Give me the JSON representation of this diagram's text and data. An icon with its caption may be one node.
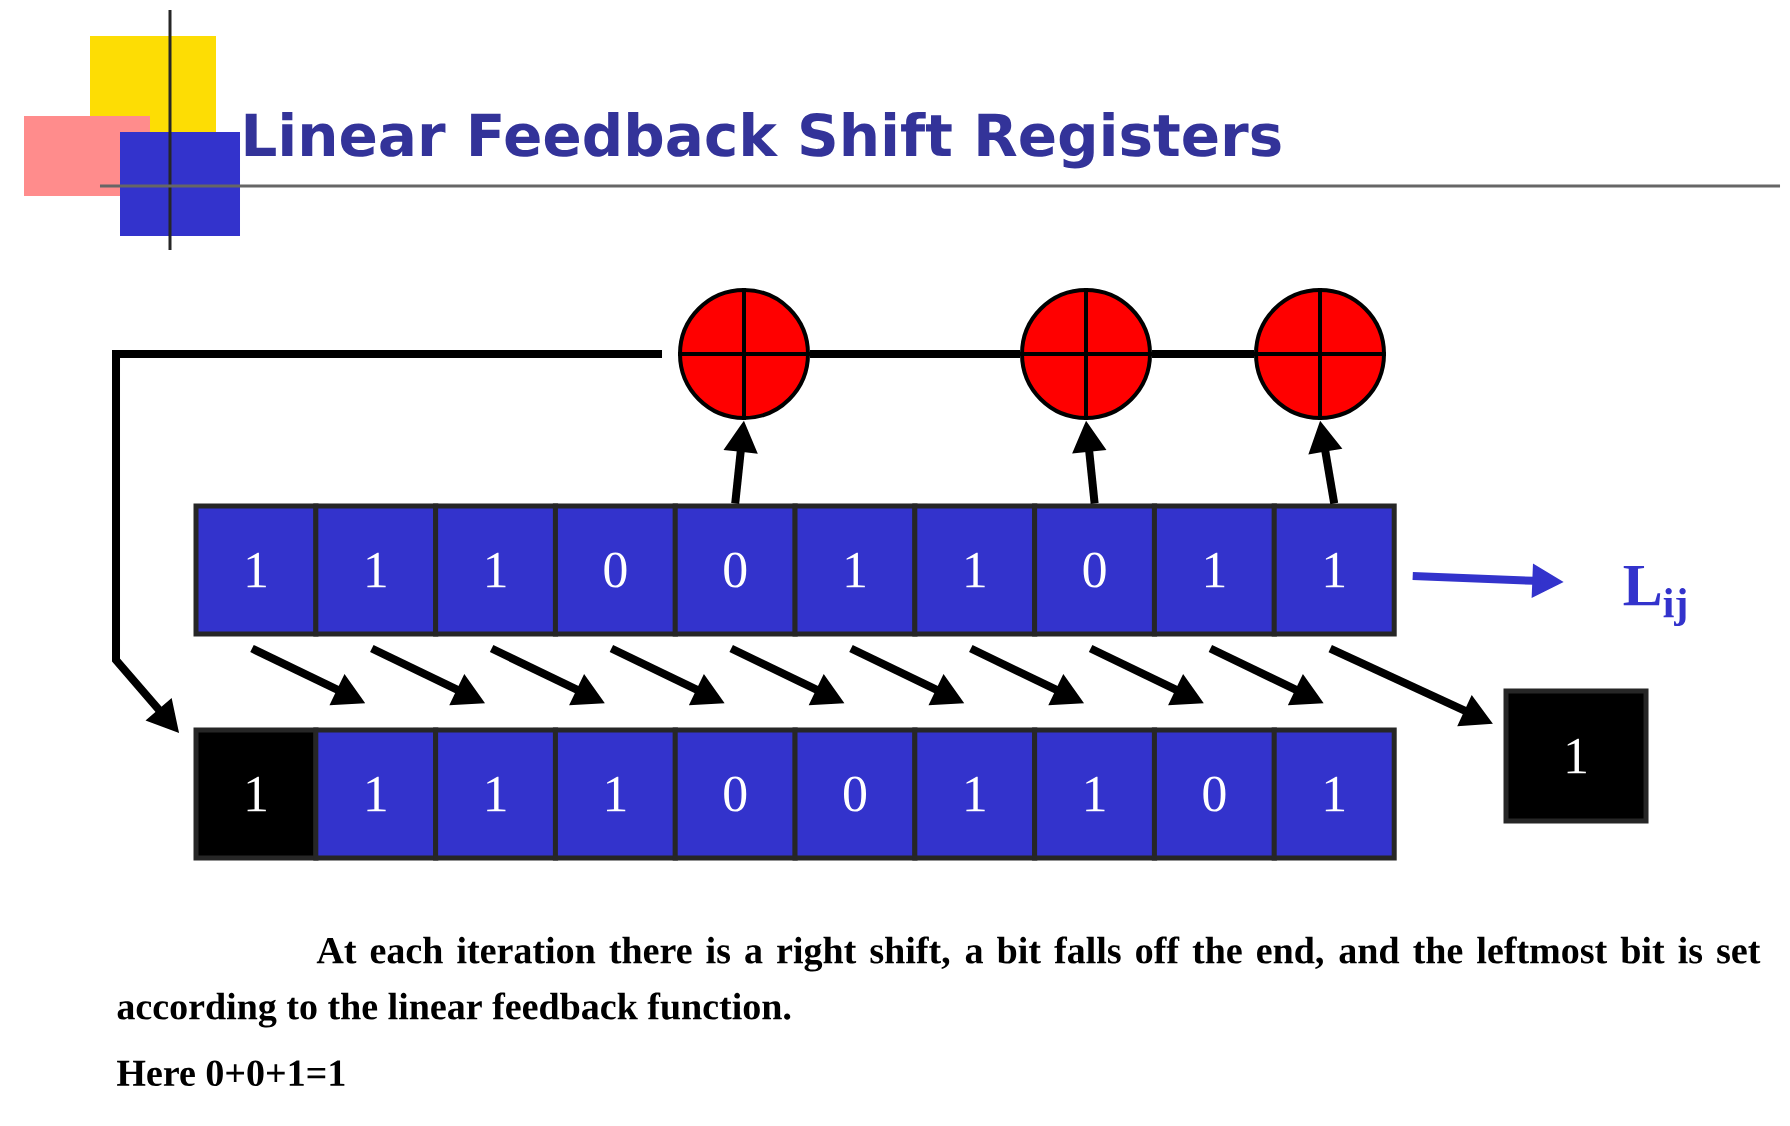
{
  "diagram": {
    "title": "Linear Feedback Shift Registers",
    "caption": "At each iteration there is a right shift, a bit falls off the end, and the leftmost bit is set according to the linear feedback function.",
    "nodes": [
      {
        "text": [
          "1"
        ]
      },
      {
        "text": [
          "1"
        ]
      },
      {
        "text": [
          "1"
        ]
      },
      {
        "text": [
          "0"
        ]
      },
      {
        "text": [
          "0"
        ]
      },
      {
        "text": [
          "1"
        ]
      },
      {
        "text": [
          "1"
        ]
      },
      {
        "text": [
          "0"
        ]
      },
      {
        "text": [
          "1"
        ]
      },
      {
        "text": [
          "1"
        ]
      },
      {
        "text": [
          "1"
        ]
      },
      {
        "text": [
          "1"
        ]
      },
      {
        "text": [
          "1"
        ]
      },
      {
        "text": [
          "1"
        ]
      },
      {
        "text": [
          "0"
        ]
      },
      {
        "text": [
          "0"
        ]
      },
      {
        "text": [
          "1"
        ]
      },
      {
        "text": [
          "1"
        ]
      },
      {
        "text": [
          "0"
        ]
      },
      {
        "text": [
          "1"
        ]
      },
      {
        "text": [
          "1"
        ]
      },
      {
        "text": [],
        "shape": "circle"
      },
      {
        "text": [],
        "shape": "circle"
      },
      {
        "text": [],
        "shape": "circle"
      },
      {
        "text": [
          "L$_{ij}$"
        ]
      }
    ],
    "edges": [
      {
        "from": 0,
        "to": 11,
        "arrow": "to"
      },
      {
        "from": 1,
        "to": 12,
        "arrow": "to"
      },
      {
        "from": 2,
        "to": 13,
        "arrow": "to"
      },
      {
        "from": 3,
        "to": 14,
        "arrow": "to"
      },
      {
        "from": 4,
        "to": 15,
        "arrow": "to"
      },
      {
        "from": 5,
        "to": 16,
        "arrow": "to"
      },
      {
        "from": 6,
        "to": 17,
        "arrow": "to"
      },
      {
        "from": 7,
        "to": 18,
        "arrow": "to"
      },
      {
        "from": 8,
        "to": 19,
        "arrow": "to"
      },
      {
        "from": 9,
        "to": 20,
        "arrow": "to"
      },
      {
        "from": 4,
        "to": 21,
        "arrow": "to"
      },
      {
        "from": 7,
        "to": 22,
        "arrow": "to"
      },
      {
        "from": 9,
        "to": 23,
        "arrow": "to"
      },
      {
        "from": 23,
        "to": 22,
        "arrow": "none"
      },
      {
        "from": 22,
        "to": 21,
        "arrow": "none"
      },
      {
        "from": 21,
        "to": 10,
        "arrow": "to"
      },
      {
        "from": 9,
        "to": 24,
        "arrow": "to",
        "color": "#3333cc"
      }
    ],
    "labels": [
      "Here 0+0+1=1"
    ]
  }
}
